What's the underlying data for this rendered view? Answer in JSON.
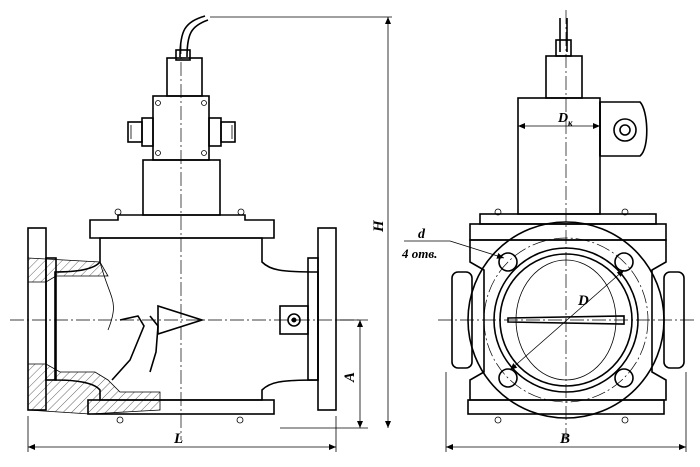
{
  "drawing": {
    "labels": {
      "L": "L",
      "A": "A",
      "H": "H",
      "B": "B",
      "D": "D",
      "Dk_main": "D",
      "Dk_sub": "к",
      "d": "d",
      "holes": "4 отв."
    }
  }
}
